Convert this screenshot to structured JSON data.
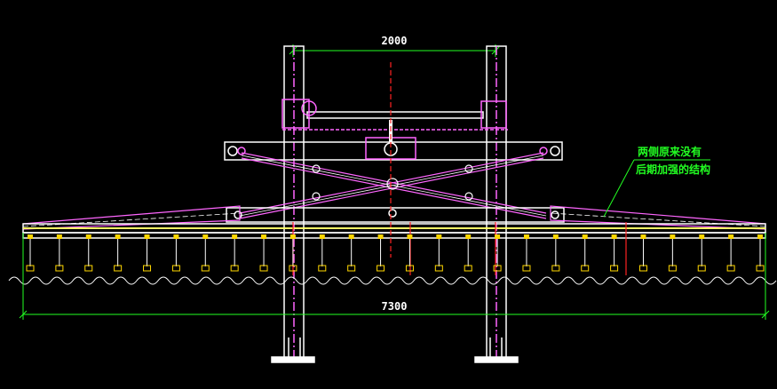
{
  "drawing": {
    "dimension_top": "2000",
    "dimension_bottom": "7300",
    "note_line1": "两侧原来没有",
    "note_line2": "后期加强的结构",
    "colors": {
      "background": "#000000",
      "frame": "#ffffff",
      "structure": "#ff44ff",
      "dimension": "#22ff22",
      "beam_highlight": "#ffff66",
      "red_lines": "#ff2222",
      "hangers_yellow": "#ffd700"
    },
    "hanger_count": 26
  }
}
